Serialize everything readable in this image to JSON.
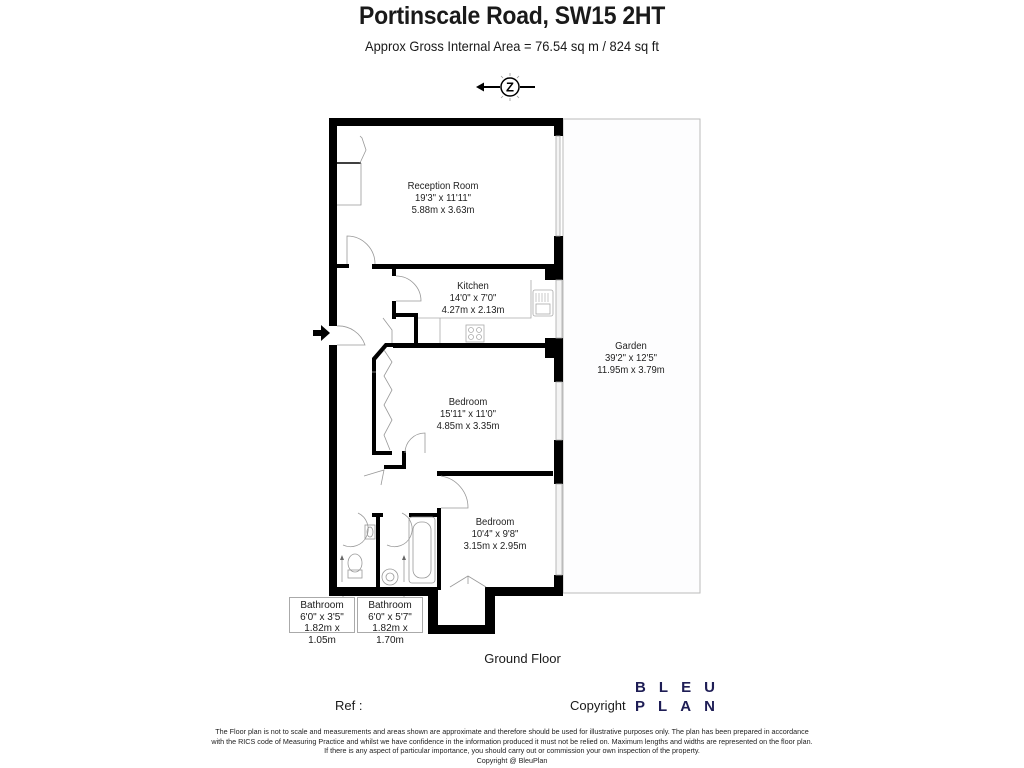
{
  "header": {
    "title": "Portinscale Road, SW15 2HT",
    "area": "Approx Gross Internal Area = 76.54 sq m / 824 sq ft",
    "compass_label": "Z"
  },
  "rooms": {
    "reception": {
      "name": "Reception Room",
      "imperial": "19'3\" x 11'11\"",
      "metric": "5.88m x 3.63m"
    },
    "kitchen": {
      "name": "Kitchen",
      "imperial": "14'0\" x 7'0\"",
      "metric": "4.27m x 2.13m"
    },
    "bedroom1": {
      "name": "Bedroom",
      "imperial": "15'11\" x 11'0\"",
      "metric": "4.85m x 3.35m"
    },
    "bedroom2": {
      "name": "Bedroom",
      "imperial": "10'4\" x 9'8\"",
      "metric": "3.15m x 2.95m"
    },
    "garden": {
      "name": "Garden",
      "imperial": "39'2\" x 12'5\"",
      "metric": "11.95m x 3.79m"
    },
    "bathroom1": {
      "name": "Bathroom",
      "imperial": "6'0\" x 3'5\"",
      "metric": "1.82m x 1.05m"
    },
    "bathroom2": {
      "name": "Bathroom",
      "imperial": "6'0\" x 5'7\"",
      "metric": "1.82m x 1.70m"
    }
  },
  "footer": {
    "floor_name": "Ground Floor",
    "ref_label": "Ref  :",
    "copyright_label": "Copyright",
    "logo_top": [
      "B",
      "L",
      "E",
      "U"
    ],
    "logo_bottom": [
      "P",
      "L",
      "A",
      "N"
    ],
    "disclaimer": [
      "The Floor plan is not to scale and measurements and areas shown are approximate and therefore should be used for illustrative purposes only. The plan has been prepared in accordance",
      "with the RICS code of Measuring Practice and whilst we have confidence in the information produced it must not be relied on. Maximum lengths and widths are represented on the floor plan.",
      "If there is any aspect of particular importance, you should carry out or commission your own inspection of the property.",
      "Copyright @ BleuPlan"
    ]
  },
  "colors": {
    "wall": "#000000",
    "fixture_line": "#999999",
    "logo": "#1e1d55"
  }
}
